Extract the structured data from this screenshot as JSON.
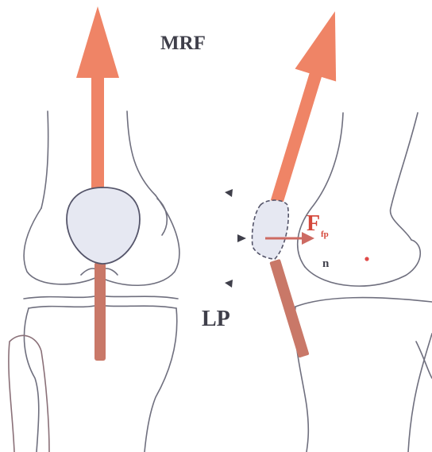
{
  "labels": {
    "mrf": "MRF",
    "lp": "LP",
    "force_main": "F",
    "force_sub": "fp",
    "landmark": "n"
  },
  "colors": {
    "bone_outline": "#6f6f7e",
    "patella_fill": "#e6e8f2",
    "quadriceps_arrow": "#ef8466",
    "patellar_tendon": "#c97868",
    "force_arrow": "#cd6a62",
    "force_text": "#d4473a",
    "marker": "#e04a48",
    "text": "#3f3f4a"
  },
  "icons": {
    "marker": "red-dot-marker",
    "direction": "triangle-marker"
  }
}
